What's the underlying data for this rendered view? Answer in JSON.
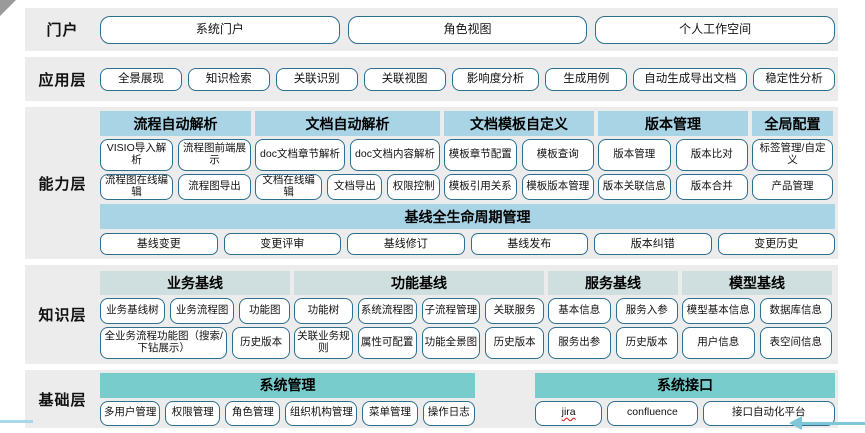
{
  "colors": {
    "band_bg": "#ececec",
    "button_border": "#2c6f8e",
    "capability_header": "#a8d4e6",
    "knowledge_header": "#cfdfdf",
    "foundation_header": "#79cccc",
    "arrow": "#7fc6d6",
    "bottom_left_line": "#a9d6e8",
    "corner_decoration": "#9a9a9a",
    "misspell_underline": "#e02020"
  },
  "misspelled": [
    "jira"
  ],
  "layers": [
    {
      "id": "portal",
      "label": "门户",
      "buttons": [
        "系统门户",
        "角色视图",
        "个人工作空间"
      ]
    },
    {
      "id": "application",
      "label": "应用层",
      "buttons": [
        "全景展现",
        "知识检索",
        "关联识别",
        "关联视图",
        "影响度分析",
        "生成用例",
        "自动生成导出文档",
        "稳定性分析"
      ]
    },
    {
      "id": "capability",
      "label": "能力层",
      "groups": [
        {
          "title": "流程自动解析",
          "rows": [
            [
              "VISIO导入解析",
              "流程图前端展示"
            ],
            [
              "流程图在线编辑",
              "流程图导出"
            ]
          ]
        },
        {
          "title": "文档自动解析",
          "rows": [
            [
              "doc文档章节解析",
              "doc文档内容解析"
            ],
            [
              "文档在线编辑",
              "文档导出",
              "权限控制"
            ]
          ]
        },
        {
          "title": "文档模板自定义",
          "rows": [
            [
              "模板章节配置",
              "模板查询"
            ],
            [
              "模板引用关系",
              "模板版本管理"
            ]
          ]
        },
        {
          "title": "版本管理",
          "rows": [
            [
              "版本管理",
              "版本比对"
            ],
            [
              "版本关联信息",
              "版本合并"
            ]
          ]
        },
        {
          "title": "全局配置",
          "rows": [
            [
              "标签管理/自定义"
            ],
            [
              "产品管理"
            ]
          ]
        }
      ],
      "baseline": {
        "title": "基线全生命周期管理",
        "buttons": [
          "基线变更",
          "变更评审",
          "基线修订",
          "基线发布",
          "版本纠错",
          "变更历史"
        ]
      }
    },
    {
      "id": "knowledge",
      "label": "知识层",
      "groups": [
        {
          "title": "业务基线",
          "rows": [
            [
              "业务基线树",
              "业务流程图",
              "功能图"
            ],
            [
              "全业务流程功能图（搜索/下钻展示）",
              "历史版本"
            ]
          ]
        },
        {
          "title": "功能基线",
          "rows": [
            [
              "功能树",
              "系统流程图",
              "子流程管理",
              "关联服务"
            ],
            [
              "关联业务规则",
              "属性可配置",
              "功能全景图",
              "历史版本"
            ]
          ]
        },
        {
          "title": "服务基线",
          "rows": [
            [
              "基本信息",
              "服务入参"
            ],
            [
              "服务出参",
              "历史版本"
            ]
          ]
        },
        {
          "title": "模型基线",
          "rows": [
            [
              "模型基本信息",
              "数据库信息"
            ],
            [
              "用户信息",
              "表空间信息"
            ]
          ]
        }
      ]
    },
    {
      "id": "foundation",
      "label": "基础层",
      "groups": [
        {
          "title": "系统管理",
          "rows": [
            [
              "多用户管理",
              "权限管理",
              "角色管理",
              "组织机构管理",
              "菜单管理",
              "操作日志"
            ]
          ]
        },
        {
          "title": "系统接口",
          "rows": [
            [
              "jira",
              "confluence",
              "接口自动化平台"
            ]
          ]
        }
      ]
    }
  ]
}
